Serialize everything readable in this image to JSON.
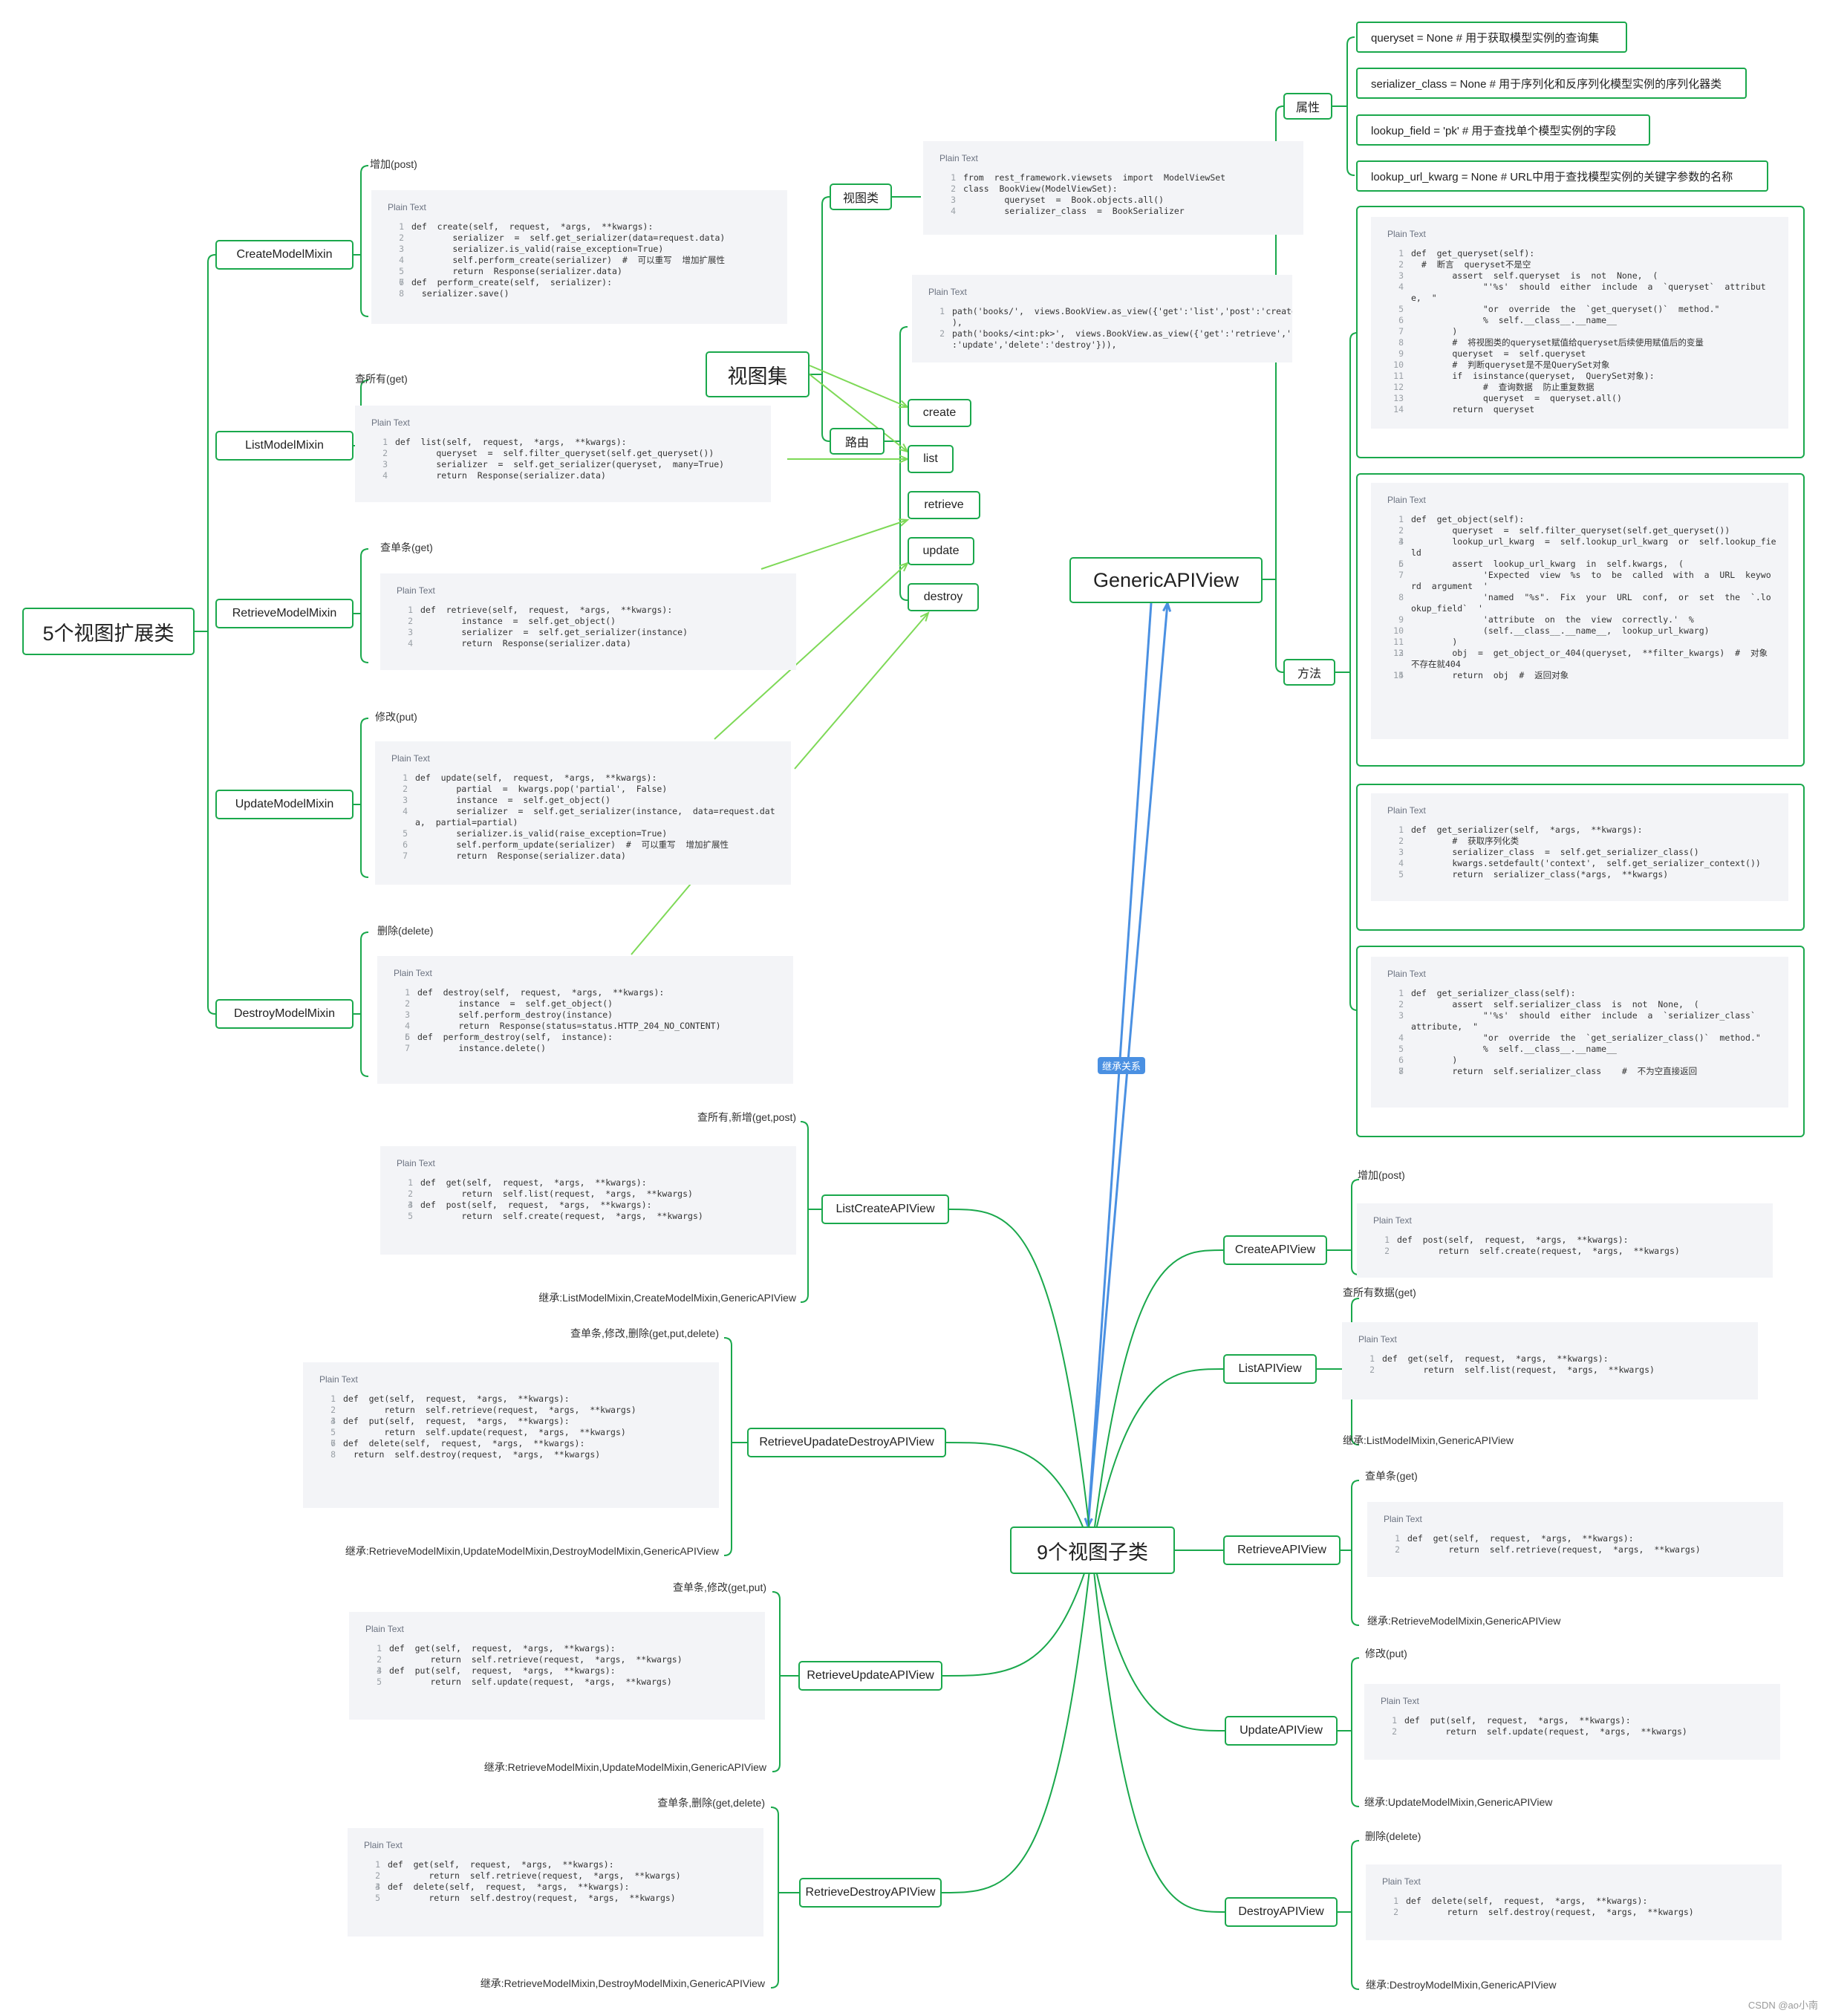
{
  "main_nodes": {
    "mixins": "5个视图扩展类",
    "generic": "GenericAPIView",
    "subclasses": "9个视图子类",
    "viewset": "视图集"
  },
  "inherit_badge": "继承关系",
  "mixins": [
    {
      "name": "CreateModelMixin",
      "label": "增加(post)",
      "code": [
        "def  create(self,  request,  *args,  **kwargs):",
        "        serializer  =  self.get_serializer(data=request.data)",
        "        serializer.is_valid(raise_exception=True)",
        "        self.perform_create(serializer)  #  可以重写  增加扩展性",
        "        return  Response(serializer.data)",
        "",
        "def  perform_create(self,  serializer):",
        "  serializer.save()"
      ]
    },
    {
      "name": "ListModelMixin",
      "label": "查所有(get)",
      "code": [
        "def  list(self,  request,  *args,  **kwargs):",
        "        queryset  =  self.filter_queryset(self.get_queryset())",
        "        serializer  =  self.get_serializer(queryset,  many=True)",
        "        return  Response(serializer.data)"
      ]
    },
    {
      "name": "RetrieveModelMixin",
      "label": "查单条(get)",
      "code": [
        "def  retrieve(self,  request,  *args,  **kwargs):",
        "        instance  =  self.get_object()",
        "        serializer  =  self.get_serializer(instance)",
        "        return  Response(serializer.data)"
      ]
    },
    {
      "name": "UpdateModelMixin",
      "label": "修改(put)",
      "code": [
        "def  update(self,  request,  *args,  **kwargs):",
        "        partial  =  kwargs.pop('partial',  False)",
        "        instance  =  self.get_object()",
        "        serializer  =  self.get_serializer(instance,  data=request.dat",
        "a,  partial=partial)",
        "        serializer.is_valid(raise_exception=True)",
        "        self.perform_update(serializer)  #  可以重写  增加扩展性",
        "        return  Response(serializer.data)"
      ],
      "nums": [
        "1",
        "2",
        "3",
        "4",
        "",
        "5",
        "6",
        "7"
      ]
    },
    {
      "name": "DestroyModelMixin",
      "label": "删除(delete)",
      "code": [
        "def  destroy(self,  request,  *args,  **kwargs):",
        "        instance  =  self.get_object()",
        "        self.perform_destroy(instance)",
        "        return  Response(status=status.HTTP_204_NO_CONTENT)",
        "",
        "def  perform_destroy(self,  instance):",
        "        instance.delete()"
      ]
    }
  ],
  "viewset": {
    "viewclass_label": "视图类",
    "route_label": "路由",
    "viewclass_code": [
      "from  rest_framework.viewsets  import  ModelViewSet",
      "class  BookView(ModelViewSet):",
      "        queryset  =  Book.objects.all()",
      "        serializer_class  =  BookSerializer"
    ],
    "route_code": [
      "path('books/',  views.BookView.as_view({'get':'list','post':'create'})",
      "),",
      "path('books/<int:pk>',  views.BookView.as_view({'get':'retrieve','put'",
      ":'update','delete':'destroy'})),"
    ],
    "route_nums": [
      "1",
      "",
      "2",
      ""
    ],
    "actions": [
      "create",
      "list",
      "retrieve",
      "update",
      "destroy"
    ]
  },
  "generic": {
    "attr_label": "属性",
    "method_label": "方法",
    "attrs": [
      "queryset = None # 用于获取模型实例的查询集",
      "serializer_class = None # 用于序列化和反序列化模型实例的序列化器类",
      "lookup_field = 'pk'  # 用于查找单个模型实例的字段",
      "lookup_url_kwarg = None  # URL中用于查找模型实例的关键字参数的名称"
    ],
    "methods": [
      {
        "code": [
          "def  get_queryset(self):",
          "  #  断言  queryset不是空",
          "        assert  self.queryset  is  not  None,  (",
          "              \"'%s'  should  either  include  a  `queryset`  attribut",
          "e,  \"",
          "              \"or  override  the  `get_queryset()`  method.\"",
          "              %  self.__class__.__name__",
          "        )",
          "        #  将视图类的queryset赋值给queryset后续使用赋值后的变量",
          "        queryset  =  self.queryset",
          "        #  判断queryset是不是QuerySet对象",
          "        if  isinstance(queryset,  QuerySet对象):",
          "              #  查询数据  防止重复数据",
          "              queryset  =  queryset.all()",
          "        return  queryset"
        ],
        "nums": [
          "1",
          "2",
          "3",
          "4",
          "",
          "5",
          "6",
          "7",
          "8",
          "9",
          "10",
          "11",
          "12",
          "13",
          "14"
        ]
      },
      {
        "code": [
          "def  get_object(self):",
          "        queryset  =  self.filter_queryset(self.get_queryset())",
          "",
          "        lookup_url_kwarg  =  self.lookup_url_kwarg  or  self.lookup_fie",
          "ld",
          "",
          "        assert  lookup_url_kwarg  in  self.kwargs,  (",
          "              'Expected  view  %s  to  be  called  with  a  URL  keywo",
          "rd  argument  '",
          "              'named  \"%s\".  Fix  your  URL  conf,  or  set  the  `.lo",
          "okup_field`  '",
          "              'attribute  on  the  view  correctly.'  %",
          "              (self.__class__.__name__,  lookup_url_kwarg)",
          "        )",
          "",
          "        obj  =  get_object_or_404(queryset,  **filter_kwargs)  #  对象",
          "不存在就404",
          "",
          "        return  obj  #  返回对象"
        ],
        "nums": [
          "1",
          "2",
          "3",
          "4",
          "",
          "5",
          "6",
          "7",
          "",
          "8",
          "",
          "9",
          "10",
          "11",
          "12",
          "13",
          "",
          "14",
          "15"
        ]
      },
      {
        "code": [
          "def  get_serializer(self,  *args,  **kwargs):",
          "        #  获取序列化类",
          "        serializer_class  =  self.get_serializer_class()",
          "        kwargs.setdefault('context',  self.get_serializer_context())",
          "        return  serializer_class(*args,  **kwargs)"
        ]
      },
      {
        "code": [
          "def  get_serializer_class(self):",
          "        assert  self.serializer_class  is  not  None,  (",
          "              \"'%s'  should  either  include  a  `serializer_class`",
          "attribute,  \"",
          "              \"or  override  the  `get_serializer_class()`  method.\"",
          "              %  self.__class__.__name__",
          "        )",
          "",
          "        return  self.serializer_class    #  不为空直接返回"
        ],
        "nums": [
          "1",
          "2",
          "3",
          "",
          "4",
          "5",
          "6",
          "7",
          "8"
        ]
      }
    ]
  },
  "left_subclasses": [
    {
      "name": "ListCreateAPIView",
      "top": "查所有,新增(get,post)",
      "inherit": "继承:ListModelMixin,CreateModelMixin,GenericAPIView",
      "code": [
        "def  get(self,  request,  *args,  **kwargs):",
        "        return  self.list(request,  *args,  **kwargs)",
        "",
        "def  post(self,  request,  *args,  **kwargs):",
        "        return  self.create(request,  *args,  **kwargs)"
      ]
    },
    {
      "name": "RetrieveUpadateDestroyAPIView",
      "top": "查单条,修改,删除(get,put,delete)",
      "inherit": "继承:RetrieveModelMixin,UpdateModelMixin,DestroyModelMixin,GenericAPIView",
      "code": [
        "def  get(self,  request,  *args,  **kwargs):",
        "        return  self.retrieve(request,  *args,  **kwargs)",
        "",
        "def  put(self,  request,  *args,  **kwargs):",
        "        return  self.update(request,  *args,  **kwargs)",
        "",
        "def  delete(self,  request,  *args,  **kwargs):",
        "  return  self.destroy(request,  *args,  **kwargs)"
      ]
    },
    {
      "name": "RetrieveUpdateAPIView",
      "top": "查单条,修改(get,put)",
      "inherit": "继承:RetrieveModelMixin,UpdateModelMixin,GenericAPIView",
      "code": [
        "def  get(self,  request,  *args,  **kwargs):",
        "        return  self.retrieve(request,  *args,  **kwargs)",
        "",
        "def  put(self,  request,  *args,  **kwargs):",
        "        return  self.update(request,  *args,  **kwargs)"
      ]
    },
    {
      "name": "RetrieveDestroyAPIView",
      "top": "查单条,删除(get,delete)",
      "inherit": "继承:RetrieveModelMixin,DestroyModelMixin,GenericAPIView",
      "code": [
        "def  get(self,  request,  *args,  **kwargs):",
        "        return  self.retrieve(request,  *args,  **kwargs)",
        "",
        "def  delete(self,  request,  *args,  **kwargs):",
        "        return  self.destroy(request,  *args,  **kwargs)"
      ]
    }
  ],
  "right_subclasses": [
    {
      "name": "CreateAPIView",
      "top": "增加(post)",
      "inherit": "",
      "code": [
        "def  post(self,  request,  *args,  **kwargs):",
        "        return  self.create(request,  *args,  **kwargs)"
      ]
    },
    {
      "name": "ListAPIView",
      "top": "查所有数据(get)",
      "inherit": "继承:ListModelMixin,GenericAPIView",
      "code": [
        "def  get(self,  request,  *args,  **kwargs):",
        "        return  self.list(request,  *args,  **kwargs)"
      ]
    },
    {
      "name": "RetrieveAPIView",
      "top": "查单条(get)",
      "inherit": "继承:RetrieveModelMixin,GenericAPIView",
      "code": [
        "def  get(self,  request,  *args,  **kwargs):",
        "        return  self.retrieve(request,  *args,  **kwargs)"
      ]
    },
    {
      "name": "UpdateAPIView",
      "top": "修改(put)",
      "inherit": "继承:UpdateModelMixin,GenericAPIView",
      "code": [
        "def  put(self,  request,  *args,  **kwargs):",
        "        return  self.update(request,  *args,  **kwargs)"
      ]
    },
    {
      "name": "DestroyAPIView",
      "top": "删除(delete)",
      "inherit": "继承:DestroyModelMixin,GenericAPIView",
      "code": [
        "def  delete(self,  request,  *args,  **kwargs):",
        "        return  self.destroy(request,  *args,  **kwargs)"
      ]
    }
  ],
  "code_title": "Plain Text",
  "watermark": "CSDN @ao小南",
  "colors": {
    "line": "#1aa84c",
    "light": "#7ed957",
    "blue": "#4a90e2",
    "codebg": "#f3f4f7"
  }
}
